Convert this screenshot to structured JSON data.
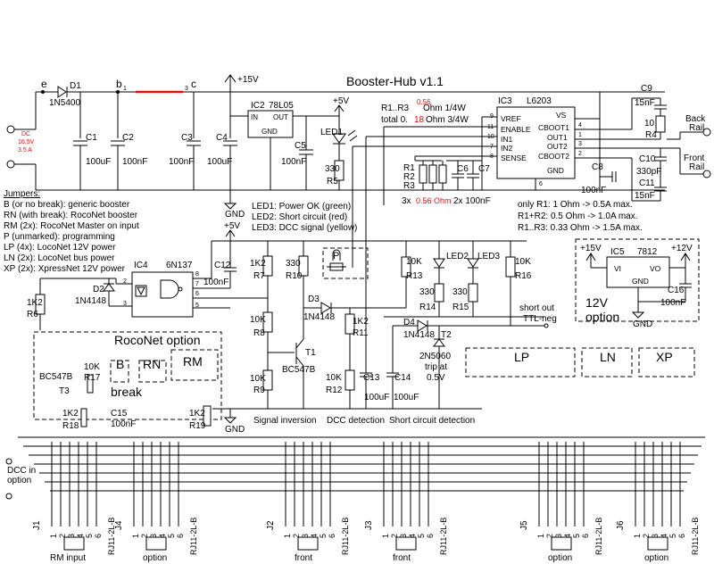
{
  "title": "Booster-Hub v1.1",
  "power": {
    "v15": "+15V",
    "v5": "+5V",
    "v12": "+12V",
    "gnd": "GND",
    "dc_label": "DC",
    "dc_volt": "16.5V",
    "dc_amp": "3.5 A"
  },
  "nodes": {
    "e": "e",
    "b": "b",
    "b_sub": "1",
    "c": "c",
    "c_sub": "3"
  },
  "parts": {
    "d1": "D1",
    "d1v": "1N5400",
    "c1": "C1",
    "c1v": "100uF",
    "c2": "C2",
    "c2v": "100nF",
    "c3": "C3",
    "c3v": "100nF",
    "c4": "C4",
    "c4v": "100uF",
    "ic2": "IC2",
    "ic2v": "78L05",
    "in": "IN",
    "out": "OUT",
    "gnd_pin": "GND",
    "c5": "C5",
    "c5v": "100nF",
    "led1": "LED1",
    "r5v": "330",
    "r5": "R5",
    "ic3": "IC3",
    "ic3v": "L6203",
    "vref": "VREF",
    "enable": "ENABLE",
    "in1": "IN1",
    "in2": "IN2",
    "sense": "SENSE",
    "vs": "VS",
    "cboot1": "CBOOT1",
    "out1": "OUT1",
    "out2": "OUT2",
    "cboot2": "CBOOT2",
    "gnd3": "GND",
    "c9": "C9",
    "c9v": "15nF",
    "r4v": "10",
    "r4": "R4",
    "c10": "C10",
    "c10v": "330pF",
    "c11": "C11",
    "c11v": "15nF",
    "c8": "C8",
    "c8v": "100nF",
    "r1": "R1",
    "r2": "R2",
    "r3": "R3",
    "c6": "C6",
    "c7": "C7",
    "r_note1": "3x",
    "r_note2": "0.56 Ohm",
    "c_note": "2x 100nF",
    "ic4": "IC4",
    "ic4v": "6N137",
    "c12": "C12",
    "c12v": "100nF",
    "d2": "D2",
    "d2v": "1N4148",
    "r6v": "1K2",
    "r6": "R6",
    "r7v": "1K2",
    "r7": "R7",
    "r10v": "330",
    "r10": "R10",
    "r8v": "10K",
    "r8": "R8",
    "r9v": "10K",
    "r9": "R9",
    "d3": "D3",
    "d3v": "1N4148",
    "t1": "T1",
    "t1v": "BC547B",
    "r11v": "1K2",
    "r11": "R11",
    "r12v": "10K",
    "r12": "R12",
    "c13": "C13",
    "c13v": "100uF",
    "c14": "C14",
    "c14v": "100uF",
    "d4": "D4",
    "d4v": "1N4148",
    "t2": "T2",
    "t2v": "2N5060",
    "trip1": "trip at",
    "trip2": "0.5V",
    "r13v": "10K",
    "r13": "R13",
    "led2": "LED2",
    "led3": "LED3",
    "r14v": "330",
    "r14": "R14",
    "r15v": "330",
    "r15": "R15",
    "r16v": "10K",
    "r16": "R16",
    "ic5": "IC5",
    "ic5v": "7812",
    "vi": "VI",
    "vo": "VO",
    "gnd5": "GND",
    "c16": "C16",
    "c16v": "100nF",
    "t3v": "BC547B",
    "t3": "T3",
    "r17v": "10K",
    "r17": "R17",
    "r18v": "1K2",
    "r18": "R18",
    "c15": "C15",
    "c15v": "100nF",
    "r19v": "1K2",
    "r19": "R19"
  },
  "notes": {
    "r_rating_a": "R1..R3",
    "r_rating_red": "0.56",
    "r_rating_b": "Ohm 1/4W",
    "total_a": "total 0.",
    "total_red": "18",
    "total_b": "Ohm 3/4W",
    "only_r1": "only R1: 1 Ohm -> 0.5A max.",
    "r1r2": "R1+R2: 0.5 Ohm -> 1.0A max.",
    "r1r3": "R1..R3: 0.33 Ohm -> 1.5A max.",
    "led1_note": "LED1: Power OK (green)",
    "led2_note": "LED2: Short circuit (red)",
    "led3_note": "LED3: DCC signal (yellow)",
    "short_out": "short out",
    "ttl_neg": "TTL-neg",
    "signal_inv": "Signal inversion",
    "dcc_det": "DCC detection",
    "short_det": "Short circuit detection",
    "dcc_in1": "DCC in",
    "dcc_in2": "option",
    "v12_opt1": "12V",
    "v12_opt2": "option"
  },
  "jumpers_legend": [
    "Jumpers:",
    "B (or no break): generic booster",
    "RN (with break): RocoNet booster",
    "RM (2x): RocoNet Master on input",
    "P (unmarked): programming",
    "LP (4x): LocoNet 12V power",
    "LN (2x): LocoNet bus power",
    "XP (2x): XpressNet 12V power"
  ],
  "jumpers": {
    "rocnet_option": "RocoNet option",
    "break": "break",
    "b": "B",
    "rn": "RN",
    "rm": "RM",
    "p": "P",
    "lp": "LP",
    "ln": "LN",
    "xp": "XP"
  },
  "rails": {
    "back1": "Back",
    "back2": "Rail",
    "front1": "Front",
    "front2": "Rail"
  },
  "pin_nums": [
    "1",
    "2",
    "3",
    "4",
    "5",
    "6"
  ],
  "connectors": [
    {
      "id": "J1",
      "type": "RJ11-2L-B",
      "label": "RM input"
    },
    {
      "id": "J4",
      "type": "RJ11-2L-B",
      "label": "option"
    },
    {
      "id": "J2",
      "type": "RJ11-2L-B",
      "label": "front"
    },
    {
      "id": "J3",
      "type": "RJ11-2L-B",
      "label": "front"
    },
    {
      "id": "J5",
      "type": "RJ11-2L-B",
      "label": "option"
    },
    {
      "id": "J6",
      "type": "RJ11-2L-B",
      "label": "option"
    }
  ],
  "ic3_pins": [
    "9",
    "11",
    "10",
    "7",
    "8",
    "4",
    "1",
    "3",
    "2",
    "6"
  ],
  "ic4_pins": [
    "2",
    "3",
    "8",
    "7",
    "6",
    "5"
  ]
}
